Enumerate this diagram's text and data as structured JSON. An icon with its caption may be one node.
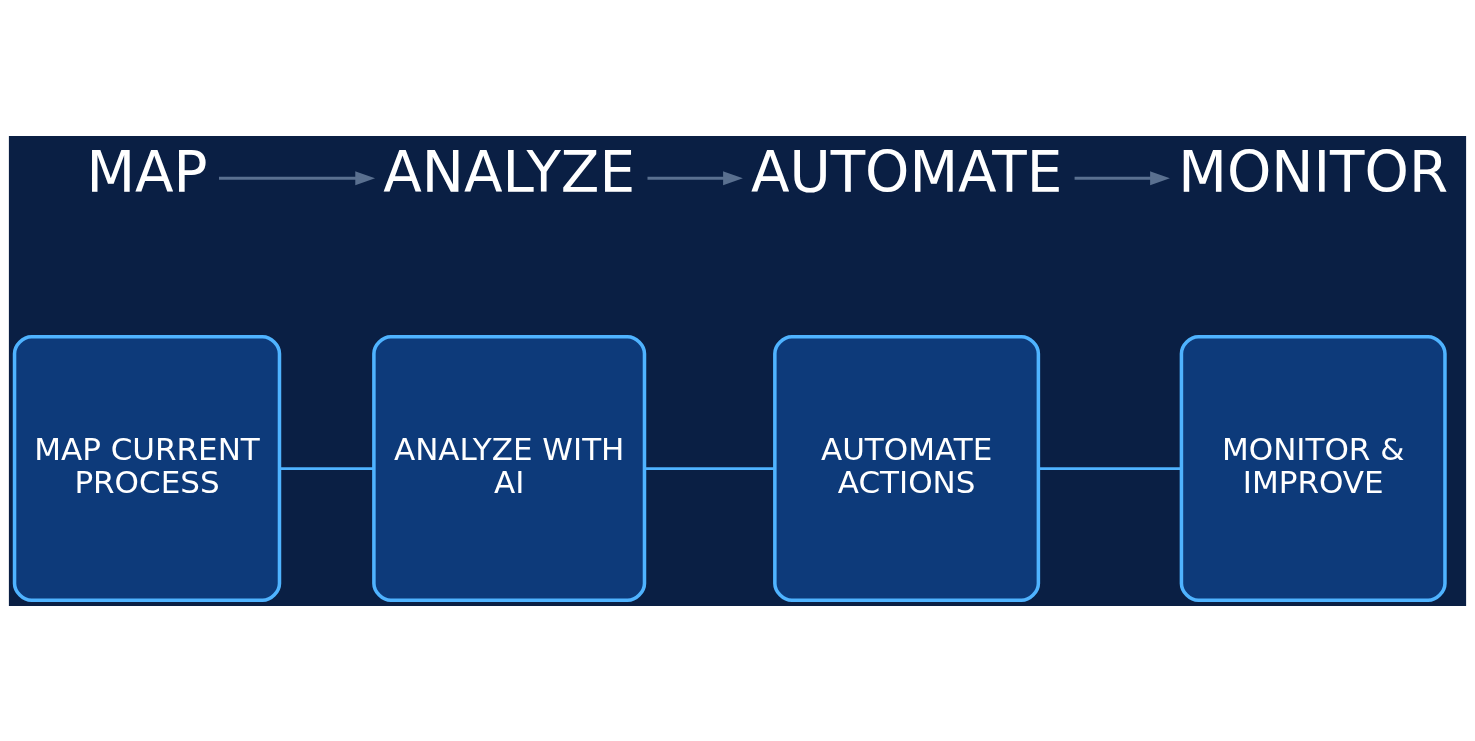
{
  "diagram": {
    "nodes": [
      {
        "text": [
          "MAP"
        ]
      },
      {
        "text": [
          "ANALYZE"
        ]
      },
      {
        "text": [
          "AUTOMATE"
        ]
      },
      {
        "text": [
          "MONITOR"
        ]
      },
      {
        "text": [
          "MAP CURRENT PROCESS"
        ]
      },
      {
        "text": [
          "ANALYZE WITH AI"
        ]
      },
      {
        "text": [
          "AUTOMATE ACTIONS"
        ]
      },
      {
        "text": [
          "MONITOR & IMPROVE"
        ]
      }
    ],
    "edges": [
      {
        "from": 0,
        "to": 1,
        "arrow": "to",
        "color": "#5a7090"
      },
      {
        "from": 1,
        "to": 2,
        "arrow": "to",
        "color": "#5a7090"
      },
      {
        "from": 2,
        "to": 3,
        "arrow": "to",
        "color": "#5a7090"
      },
      {
        "from": 4,
        "to": 5,
        "arrow": "none",
        "color": "#4fb3ff"
      },
      {
        "from": 5,
        "to": 6,
        "arrow": "none",
        "color": "#4fb3ff"
      },
      {
        "from": 6,
        "to": 7,
        "arrow": "none",
        "color": "#4fb3ff"
      }
    ]
  }
}
